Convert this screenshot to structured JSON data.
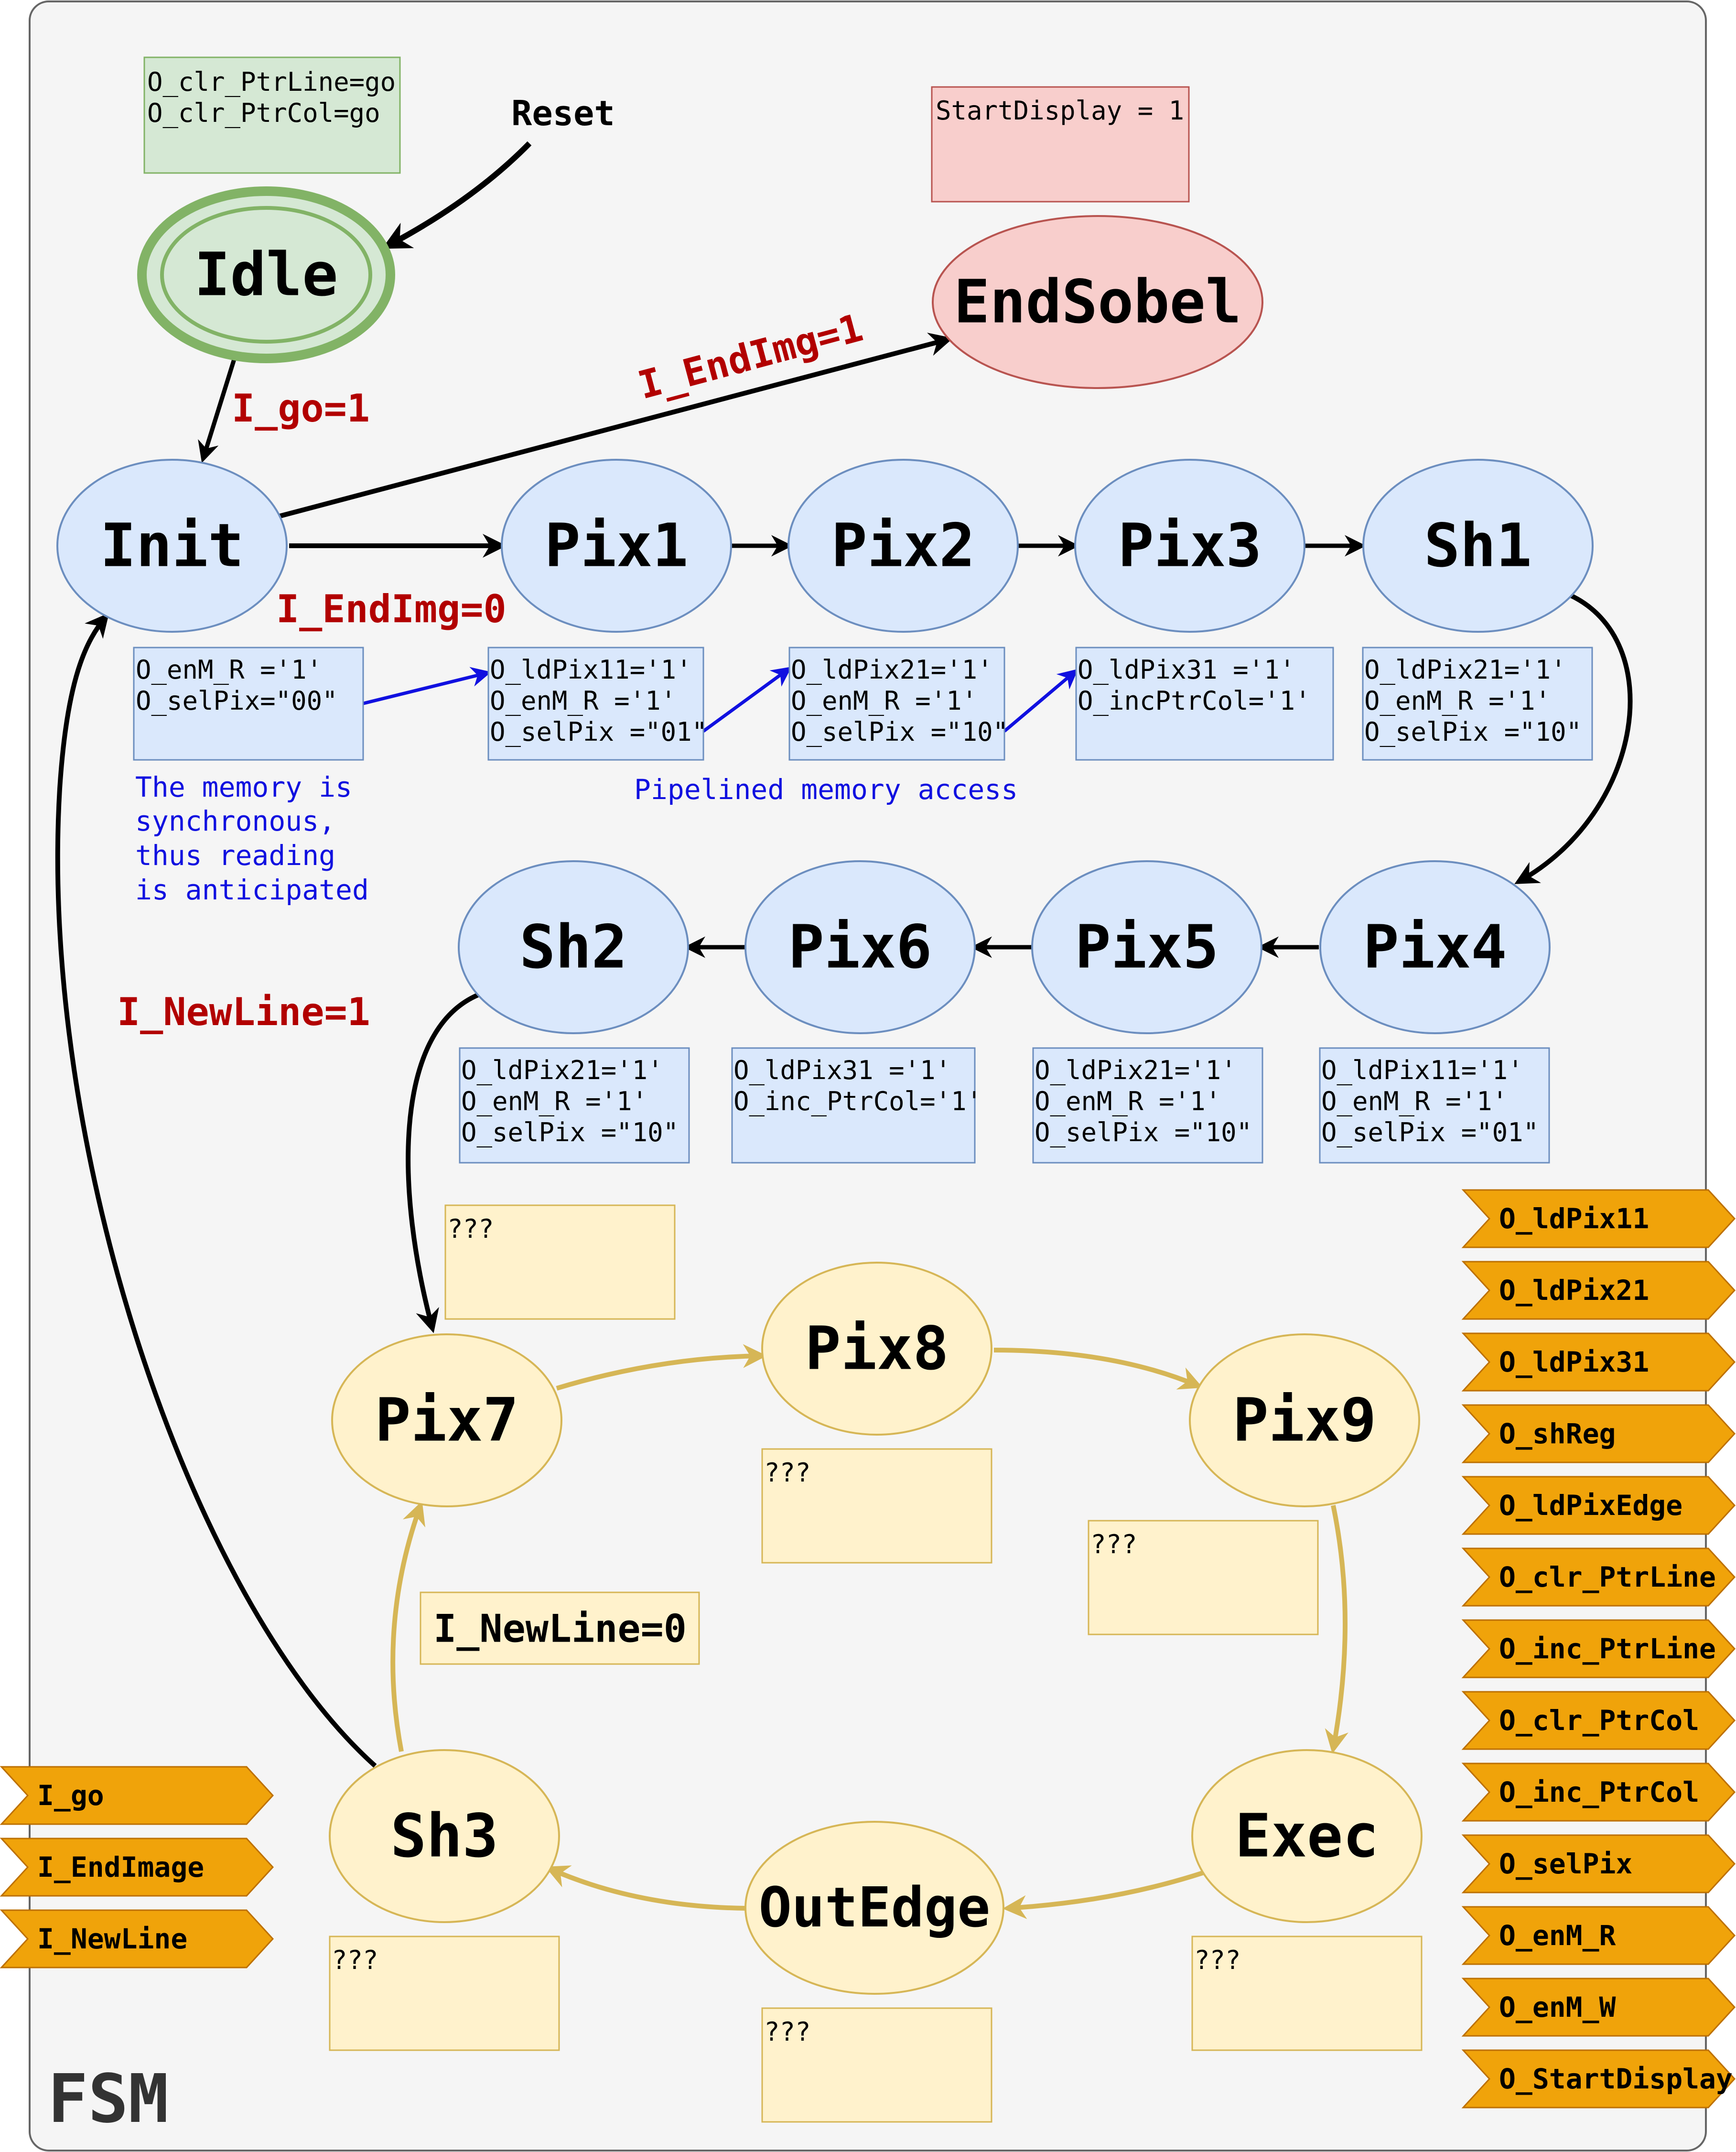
{
  "title": "FSM",
  "states": {
    "idle": "Idle",
    "endsobel": "EndSobel",
    "init": "Init",
    "pix1": "Pix1",
    "pix2": "Pix2",
    "pix3": "Pix3",
    "sh1": "Sh1",
    "pix4": "Pix4",
    "pix5": "Pix5",
    "pix6": "Pix6",
    "sh2": "Sh2",
    "pix7": "Pix7",
    "pix8": "Pix8",
    "pix9": "Pix9",
    "exec": "Exec",
    "outedge": "OutEdge",
    "sh3": "Sh3"
  },
  "reset_label": "Reset",
  "transitions": {
    "go": "I_go=1",
    "endimg1": "I_EndImg=1",
    "endimg0": "I_EndImg=0",
    "newline1": "I_NewLine=1",
    "newline0": "I_NewLine=0"
  },
  "actions": {
    "idle": [
      "O_clr_PtrLine=go",
      "O_clr_PtrCol=go"
    ],
    "endsobel": [
      "StartDisplay = 1"
    ],
    "init": [
      "O_enM_R ='1'",
      "O_selPix=\"00\""
    ],
    "pix1": [
      "O_ldPix11='1'",
      "O_enM_R  ='1'",
      "O_selPix =\"01\""
    ],
    "pix2": [
      "O_ldPix21='1'",
      "O_enM_R  ='1'",
      "O_selPix =\"10\""
    ],
    "pix3": [
      "O_ldPix31  ='1'",
      "O_incPtrCol='1'"
    ],
    "sh1": [
      "O_ldPix21='1'",
      "O_enM_R  ='1'",
      "O_selPix =\"10\""
    ],
    "pix4": [
      "O_ldPix11='1'",
      "O_enM_R  ='1'",
      "O_selPix =\"01\""
    ],
    "pix5": [
      "O_ldPix21='1'",
      "O_enM_R  ='1'",
      "O_selPix =\"10\""
    ],
    "pix6": [
      "O_ldPix31   ='1'",
      "O_inc_PtrCol='1'"
    ],
    "sh2": [
      "O_ldPix21='1'",
      "O_enM_R  ='1'",
      "O_selPix =\"10\""
    ],
    "pix7": [
      "???"
    ],
    "pix8": [
      "???"
    ],
    "pix9": [
      "???"
    ],
    "exec": [
      "???"
    ],
    "outedge": [
      "???"
    ],
    "sh3": [
      "???"
    ]
  },
  "notes": {
    "sync": [
      "The memory is",
      "synchronous,",
      "thus reading",
      "is anticipated"
    ],
    "pipeline": "Pipelined memory access"
  },
  "inputs": [
    "I_go",
    "I_EndImage",
    "I_NewLine"
  ],
  "outputs": [
    "O_ldPix11",
    "O_ldPix21",
    "O_ldPix31",
    "O_shReg",
    "O_ldPixEdge",
    "O_clr_PtrLine",
    "O_inc_PtrLine",
    "O_clr_PtrCol",
    "O_inc_PtrCol",
    "O_selPix",
    "O_enM_R",
    "O_enM_W",
    "O_StartDisplay"
  ],
  "colors": {
    "blue_fill": "#dae8fc",
    "blue_stroke": "#6c8ebf",
    "green_fill": "#d5e8d4",
    "green_stroke": "#82b366",
    "red_fill": "#f8cecc",
    "red_stroke": "#b85450",
    "yellow_fill": "#fff2cc",
    "yellow_stroke": "#d6b656",
    "signal_fill": "#f0a30a",
    "signal_stroke": "#bd7000",
    "label_red": "#b20000",
    "note_blue": "#1010e0"
  }
}
